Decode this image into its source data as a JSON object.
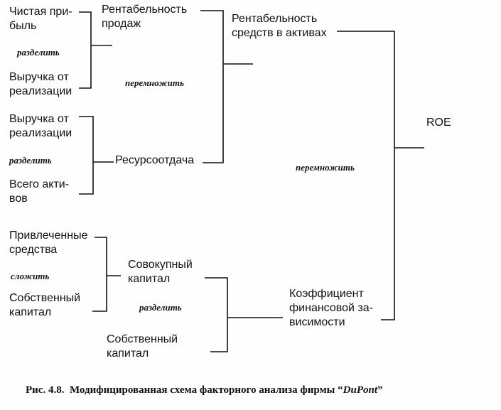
{
  "nodes": {
    "net_profit": "Чистая при-\nбыль",
    "revenue_1": "Выручка от\nреализации",
    "return_on_sales": "Рентабельность\nпродаж",
    "revenue_2": "Выручка от\nреализации",
    "total_assets": "Всего акти-\nвов",
    "asset_turnover": "Ресурсоотдача",
    "return_on_assets": "Рентабельность\nсредств в активах",
    "roe": "ROE",
    "borrowed_funds": "Привлеченные\nсредства",
    "equity_1": "Собственный\nкапитал",
    "total_capital": "Совокупный\nкапитал",
    "equity_2": "Собственный\nкапитал",
    "leverage": "Коэффициент\nфинансовой за-\nвисимости"
  },
  "operations": {
    "divide_1": "разделить",
    "multiply_1": "перемножить",
    "divide_2": "разделить",
    "multiply_2": "перемножить",
    "add": "сложить",
    "divide_3": "разделить"
  },
  "caption": {
    "prefix": "Рис. 4.8.  Модифицированная схема факторного анализа фирмы “",
    "brand": "DuPont",
    "suffix": "”"
  }
}
